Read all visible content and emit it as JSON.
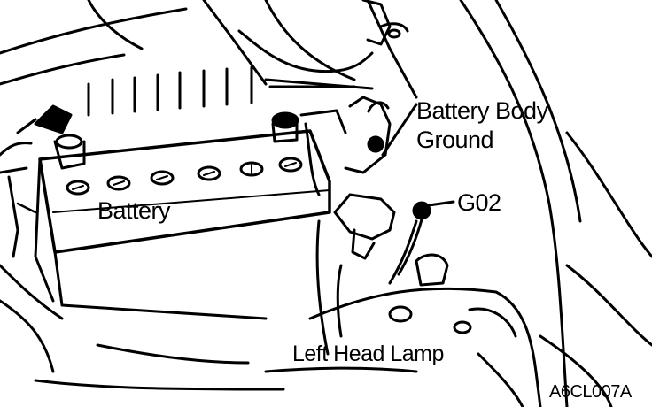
{
  "labels": {
    "battery_body_line1": "Battery Body",
    "battery_body_line2": "Ground",
    "battery": "Battery",
    "g02": "G02",
    "left_head_lamp": "Left Head Lamp",
    "figure_code": "A6CL007A"
  },
  "colors": {
    "ink": "#000000",
    "paper": "#ffffff"
  }
}
